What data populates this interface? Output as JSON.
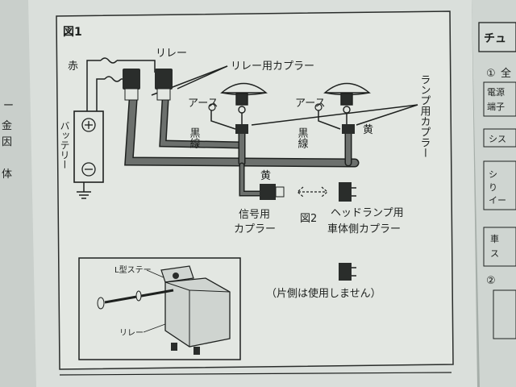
{
  "figure": {
    "title": "図1",
    "labels": {
      "red": "赤",
      "relay": "リレー",
      "relay_coupler": "リレー用カプラー",
      "battery": "バッテリー",
      "earth_left": "アース",
      "earth_right": "アース",
      "black_wire_left": "黒線",
      "black_wire_right": "黒線",
      "yellow_top": "黄",
      "lamp_coupler": "ランプ用カプラー",
      "yellow_bottom": "黄",
      "signal_coupler_1": "信号用",
      "signal_coupler_2": "カプラー",
      "figure2": "図2",
      "headlamp_coupler_1": "ヘッドランプ用",
      "headlamp_coupler_2": "車体側カプラー",
      "unused_note": "（片側は使用しません）"
    },
    "inset": {
      "stay_label": "L型ステー",
      "relay_label": "リレー"
    }
  },
  "left_margin_text": [
    "ー",
    "金",
    "因",
    "体"
  ],
  "right_panel": {
    "title": "チュ",
    "section1_num": "①",
    "section1_char": "全",
    "box1_lines": [
      "電源",
      "端子"
    ],
    "box2_text": "シス",
    "box3_lines": [
      "シ",
      "り",
      "イー"
    ],
    "box4_lines": [
      "車",
      "ス"
    ],
    "section2_num": "②"
  },
  "colors": {
    "paper": "#dfe3de",
    "ink": "#1e211f",
    "harness": "#6c706d"
  }
}
